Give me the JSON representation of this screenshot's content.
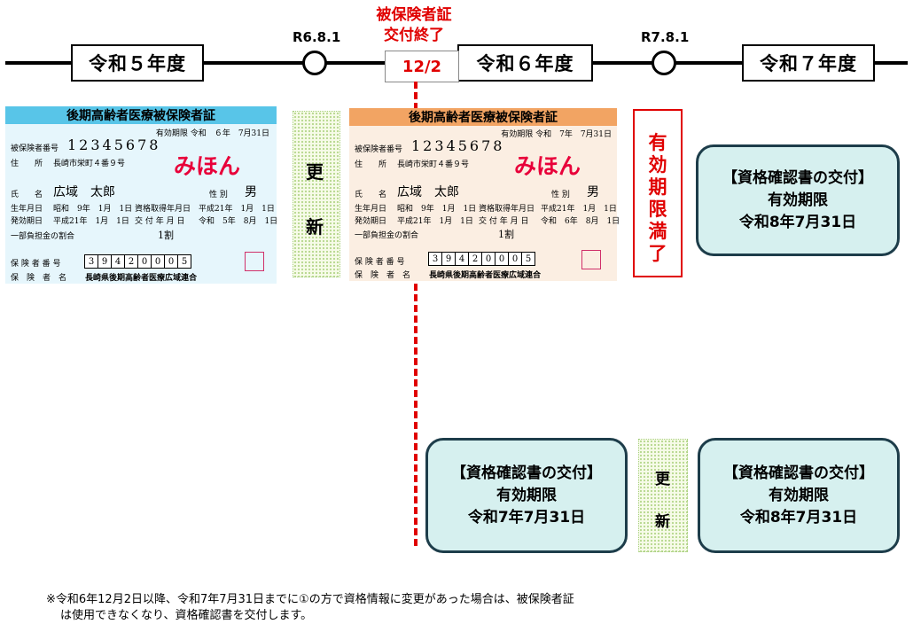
{
  "timeline": {
    "fy5": "令和５年度",
    "fy6": "令和６年度",
    "fy7": "令和７年度",
    "date1": "R6.8.1",
    "date2": "R7.8.1",
    "end_label_line1": "被保険者証",
    "end_label_line2": "交付終了",
    "end_date": "12/2"
  },
  "cards": {
    "title": "後期高齢者医療被保険者証",
    "blue": {
      "validity_label": "有効期限",
      "validity_value": "令和　６年　7月31日",
      "number_label": "被保険者番号",
      "number": "12345678",
      "address_label": "住　　所",
      "address": "長崎市栄町４番９号",
      "mihon": "みほん",
      "name_label": "氏　　名",
      "name": "広域　太郎",
      "sex_label": "性 別",
      "sex": "男",
      "birth_label": "生年月日",
      "birth": "昭和　9年　1月　1日",
      "acquire_label": "資格取得年月日",
      "acquire": "平成21年　1月　1日",
      "issue_eff_label": "発効期日",
      "issue_eff": "平成21年　1月　1日",
      "issue_label": "交 付 年 月 日",
      "issue": "令和　5年　8月　1日",
      "burden_label": "一部負担金の割合",
      "burden": "1割",
      "insurer_no_label": "保 険 者 番 号",
      "insurer_digits": [
        "3",
        "9",
        "4",
        "2",
        "0",
        "0",
        "0",
        "5"
      ],
      "insurer_label": "保　険　者　名",
      "insurer": "長崎県後期高齢者医療広域連合"
    },
    "orange": {
      "validity_label": "有効期限",
      "validity_value": "令和　7年　7月31日",
      "number_label": "被保険者番号",
      "number": "12345678",
      "address_label": "住　　所",
      "address": "長崎市栄町４番９号",
      "mihon": "みほん",
      "name_label": "氏　　名",
      "name": "広域　太郎",
      "sex_label": "性 別",
      "sex": "男",
      "birth_label": "生年月日",
      "birth": "昭和　9年　1月　1日",
      "acquire_label": "資格取得年月日",
      "acquire": "平成21年　1月　1日",
      "issue_eff_label": "発効期日",
      "issue_eff": "平成21年　1月　1日",
      "issue_label": "交 付 年 月 日",
      "issue": "令和　6年　8月　1日",
      "burden_label": "一部負担金の割合",
      "burden": "1割",
      "insurer_no_label": "保 険 者 番 号",
      "insurer_digits": [
        "3",
        "9",
        "4",
        "2",
        "0",
        "0",
        "0",
        "5"
      ],
      "insurer_label": "保　険　者　名",
      "insurer": "長崎県後期高齢者医療広域連合"
    }
  },
  "renew": {
    "char1": "更",
    "char2": "新"
  },
  "expired": [
    "有",
    "効",
    "期",
    "限",
    "満",
    "了"
  ],
  "certificates": {
    "top_right": {
      "line1": "【資格確認書の交付】",
      "line2": "有効期限",
      "line3": "令和8年7月31日"
    },
    "bottom_left": {
      "line1": "【資格確認書の交付】",
      "line2": "有効期限",
      "line3": "令和7年7月31日"
    },
    "bottom_right": {
      "line1": "【資格確認書の交付】",
      "line2": "有効期限",
      "line3": "令和8年7月31日"
    }
  },
  "note": {
    "line1": "※令和6年12月2日以降、令和7年7月31日までに①の方で資格情報に変更があった場合は、被保険者証",
    "line2": "は使用できなくなり、資格確認書を交付します。"
  },
  "colors": {
    "red": "#e00000",
    "blue_header": "#58c5e8",
    "orange_header": "#f2a463",
    "cert_fill": "#d6f0ef",
    "cert_border": "#1d3d4a"
  }
}
